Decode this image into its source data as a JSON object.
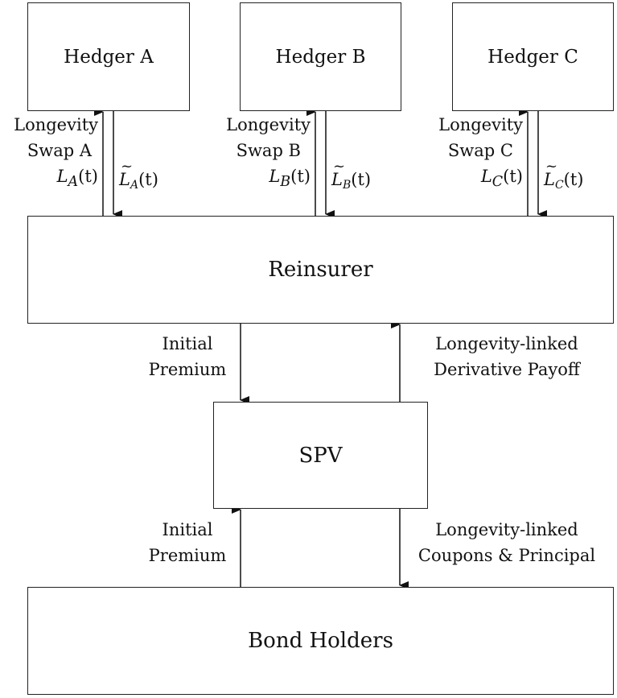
{
  "diagram": {
    "nodes": {
      "hedger_a": "Hedger A",
      "hedger_b": "Hedger B",
      "hedger_c": "Hedger C",
      "reinsurer": "Reinsurer",
      "spv": "SPV",
      "bond_holders": "Bond Holders"
    },
    "swaps": [
      {
        "line1": "Longevity",
        "line2": "Swap A",
        "up_var": "L",
        "up_sub": "A",
        "down_var": "L",
        "down_sub": "A",
        "arg": "(t)"
      },
      {
        "line1": "Longevity",
        "line2": "Swap B",
        "up_var": "L",
        "up_sub": "B",
        "down_var": "L",
        "down_sub": "B",
        "arg": "(t)"
      },
      {
        "line1": "Longevity",
        "line2": "Swap C",
        "up_var": "L",
        "up_sub": "C",
        "down_var": "L",
        "down_sub": "C",
        "arg": "(t)"
      }
    ],
    "flows": {
      "reinsurer_to_spv": {
        "line1": "Initial",
        "line2": "Premium"
      },
      "spv_to_reinsurer": {
        "line1": "Longevity-linked",
        "line2": "Derivative Payoff"
      },
      "bond_to_spv": {
        "line1": "Initial",
        "line2": "Premium"
      },
      "spv_to_bond": {
        "line1": "Longevity-linked",
        "line2": "Coupons & Principal"
      }
    }
  }
}
